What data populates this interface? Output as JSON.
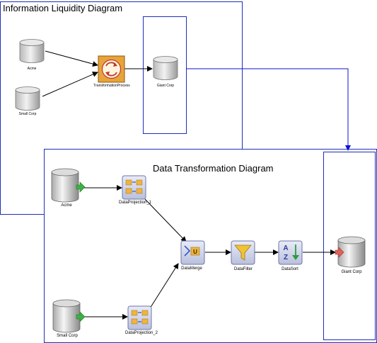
{
  "diagrams": {
    "liquidity": {
      "title": "Information Liquidity Diagram",
      "nodes": {
        "acme": "Acme",
        "small_corp": "Small Corp",
        "transformation": "TransformationProcess",
        "giant_corp": "Giant Corp"
      }
    },
    "transformation": {
      "title": "Data Transformation Diagram",
      "nodes": {
        "acme": "Acme",
        "small_corp": "Small Corp",
        "projection_1": "DataProjection_1",
        "projection_2": "DataProjection_2",
        "merge": "DataMerge",
        "filter": "DataFilter",
        "sort": "DataSort",
        "giant_corp": "Giant Corp"
      }
    }
  },
  "icons": {
    "database": "database-cylinder-icon",
    "transformation": "transformation-process-icon",
    "projection": "data-projection-icon",
    "merge": "data-merge-icon",
    "filter": "funnel-filter-icon",
    "sort": "az-sort-icon",
    "input_port": "green-arrow-input-icon",
    "output_port": "red-arrow-output-icon"
  },
  "colors": {
    "frame": "#1f2fb8",
    "link": "#000000",
    "cross_link": "#1010d0",
    "transform_icon": "#e8a43a"
  }
}
